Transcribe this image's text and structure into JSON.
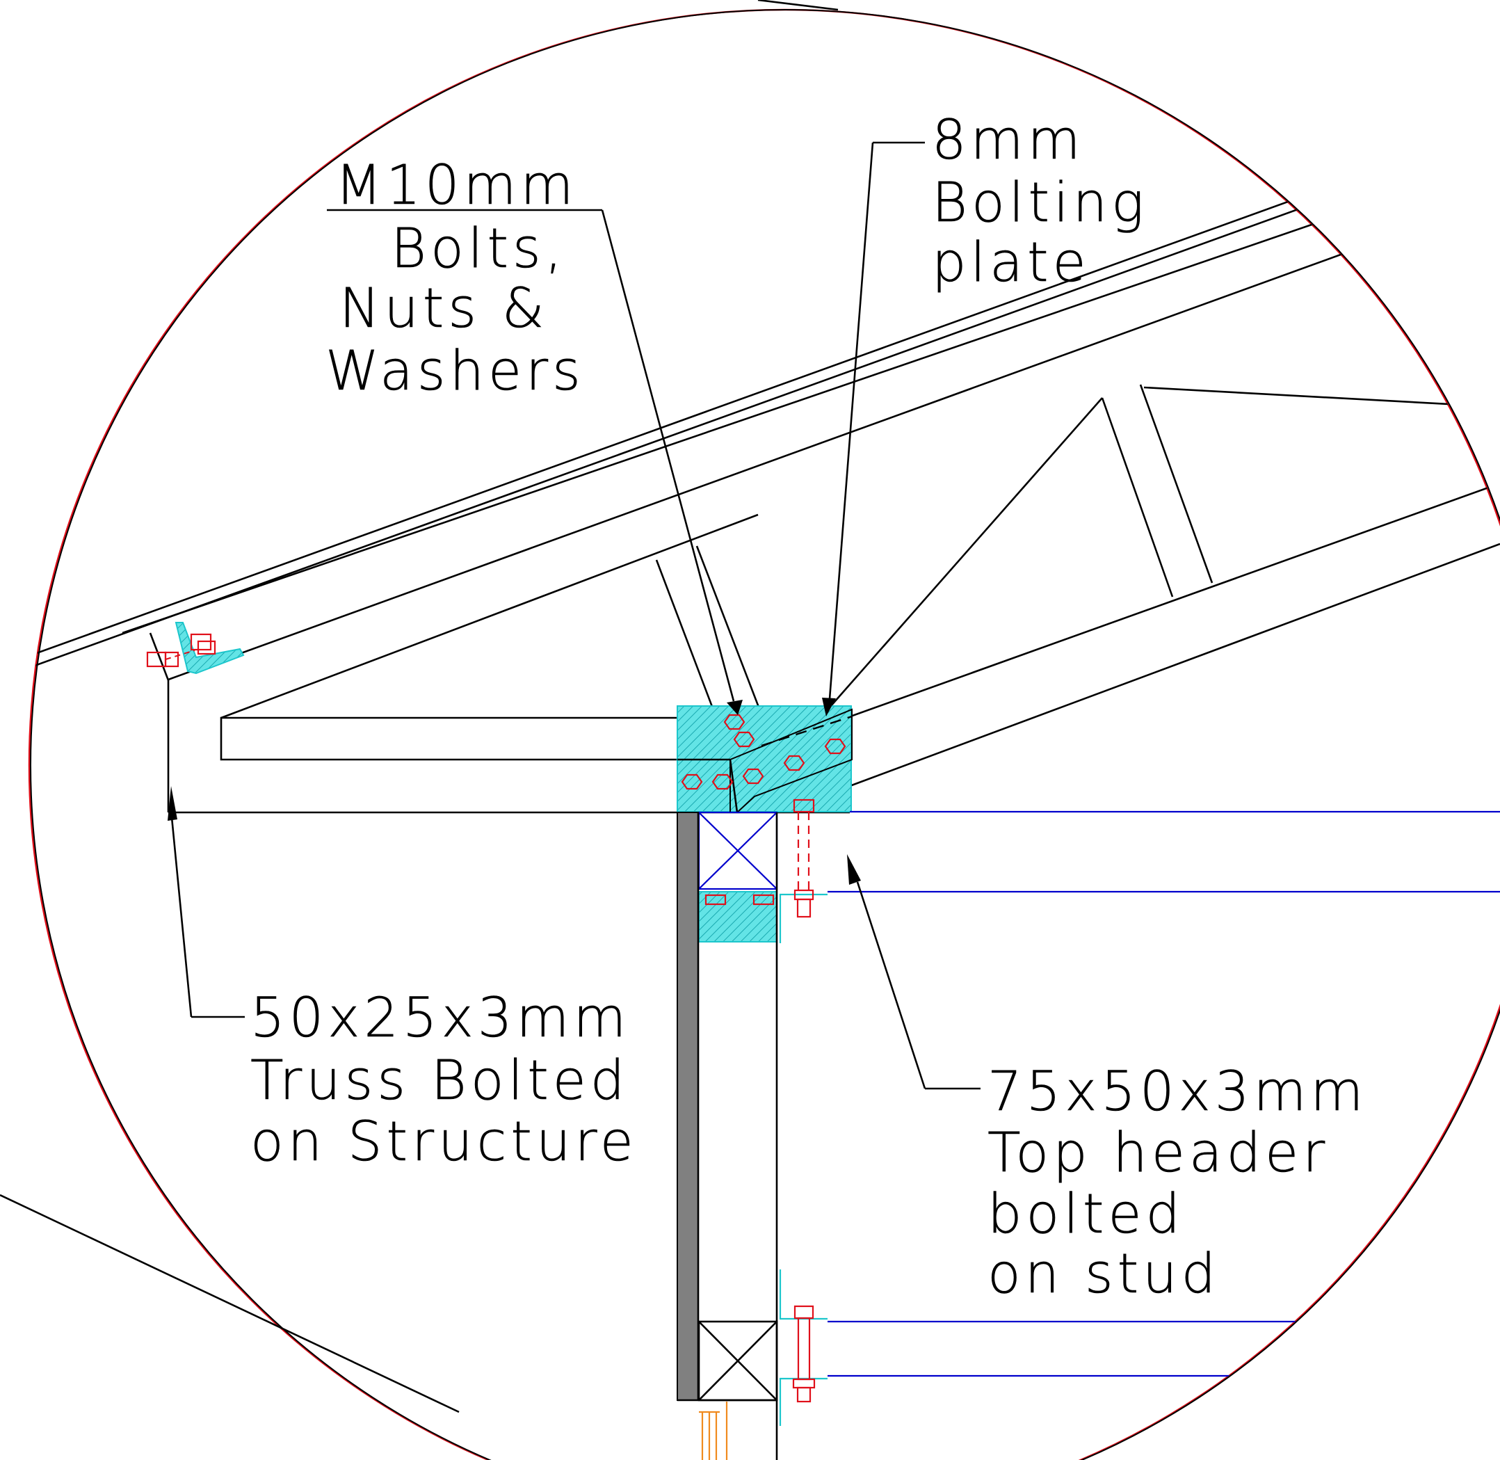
{
  "labels": {
    "bolts": {
      "line1": "M10mm",
      "line2": "Bolts,",
      "line3": "Nuts &",
      "line4": "Washers"
    },
    "plate": {
      "line1": "8mm",
      "line2": "Bolting",
      "line3": "plate"
    },
    "truss": {
      "line1": "50x25x3mm",
      "line2": "Truss Bolted",
      "line3": "on Structure"
    },
    "header": {
      "line1": "75x50x3mm",
      "line2": "Top header",
      "line3": "bolted",
      "line4": "on stud"
    }
  },
  "colors": {
    "outline": "#000000",
    "steel_section": "#0000cc",
    "bolts": "#e0101a",
    "cleats_plates": "#1cc6cc",
    "wall_cladding": "#808080",
    "timber": "#f08a1e"
  }
}
